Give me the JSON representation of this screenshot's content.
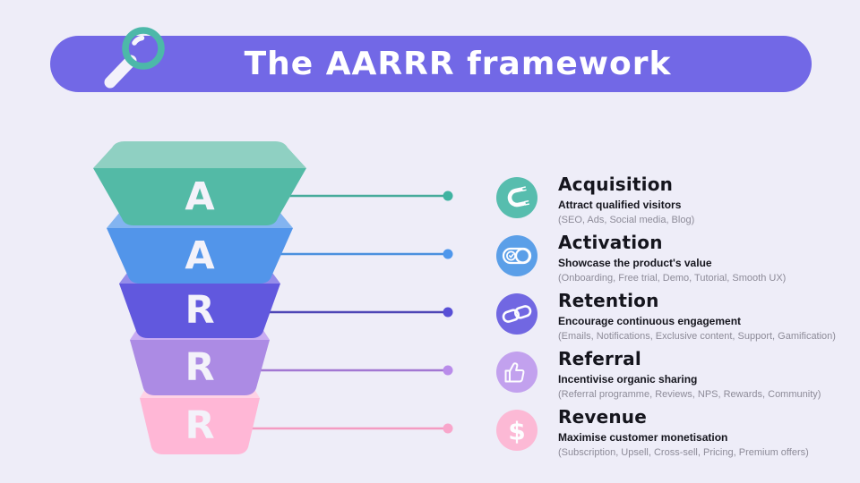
{
  "background_color": "#EEEDF8",
  "header": {
    "title": "The AARRR framework",
    "pill_color": "#7268E6",
    "text_color": "#FFFFFF",
    "magnifier": {
      "ring_color": "#4CB8A9",
      "handle_color": "#F3F1FB"
    }
  },
  "funnel": {
    "letter_color": "#F3F2FA",
    "segments": [
      {
        "letter": "A",
        "front": "#53BAA6",
        "lid": "#8FD0C2",
        "line": "#46AB9B",
        "dot": "#3FB3A1"
      },
      {
        "letter": "A",
        "front": "#5295EA",
        "lid": "#83B4F0",
        "line": "#4B90DE",
        "dot": "#4E97EC"
      },
      {
        "letter": "R",
        "front": "#6158DE",
        "lid": "#948CEA",
        "line": "#4D45B5",
        "dot": "#584FD6"
      },
      {
        "letter": "R",
        "front": "#AC8BE4",
        "lid": "#C8ABF2",
        "line": "#A277D2",
        "dot": "#B98CEA"
      },
      {
        "letter": "R",
        "front": "#FFB7D6",
        "lid": "#FFD2E5",
        "line": "#F49BC2",
        "dot": "#F8A6CB"
      }
    ]
  },
  "sections": [
    {
      "title": "Acquisition",
      "subtitle": "Attract qualified visitors",
      "detail": "(SEO, Ads, Social media, Blog)",
      "icon": "magnet-icon",
      "circle_color": "#57BDAE"
    },
    {
      "title": "Activation",
      "subtitle": "Showcase the product's value",
      "detail": "(Onboarding, Free trial, Demo, Tutorial, Smooth UX)",
      "icon": "toggle-icon",
      "circle_color": "#5B9FE8"
    },
    {
      "title": "Retention",
      "subtitle": "Encourage continuous engagement",
      "detail": "(Emails, Notifications, Exclusive content, Support, Gamification)",
      "icon": "chain-link-icon",
      "circle_color": "#7167E2"
    },
    {
      "title": "Referral",
      "subtitle": "Incentivise organic sharing",
      "detail": "(Referral programme, Reviews, NPS, Rewards, Community)",
      "icon": "thumbs-up-icon",
      "circle_color": "#C2A1EE"
    },
    {
      "title": "Revenue",
      "subtitle": "Maximise customer monetisation",
      "detail": "(Subscription, Upsell, Cross-sell, Pricing, Premium offers)",
      "icon": "dollar-icon",
      "circle_color": "#FCB9D5",
      "icon_glyph": "$"
    }
  ]
}
